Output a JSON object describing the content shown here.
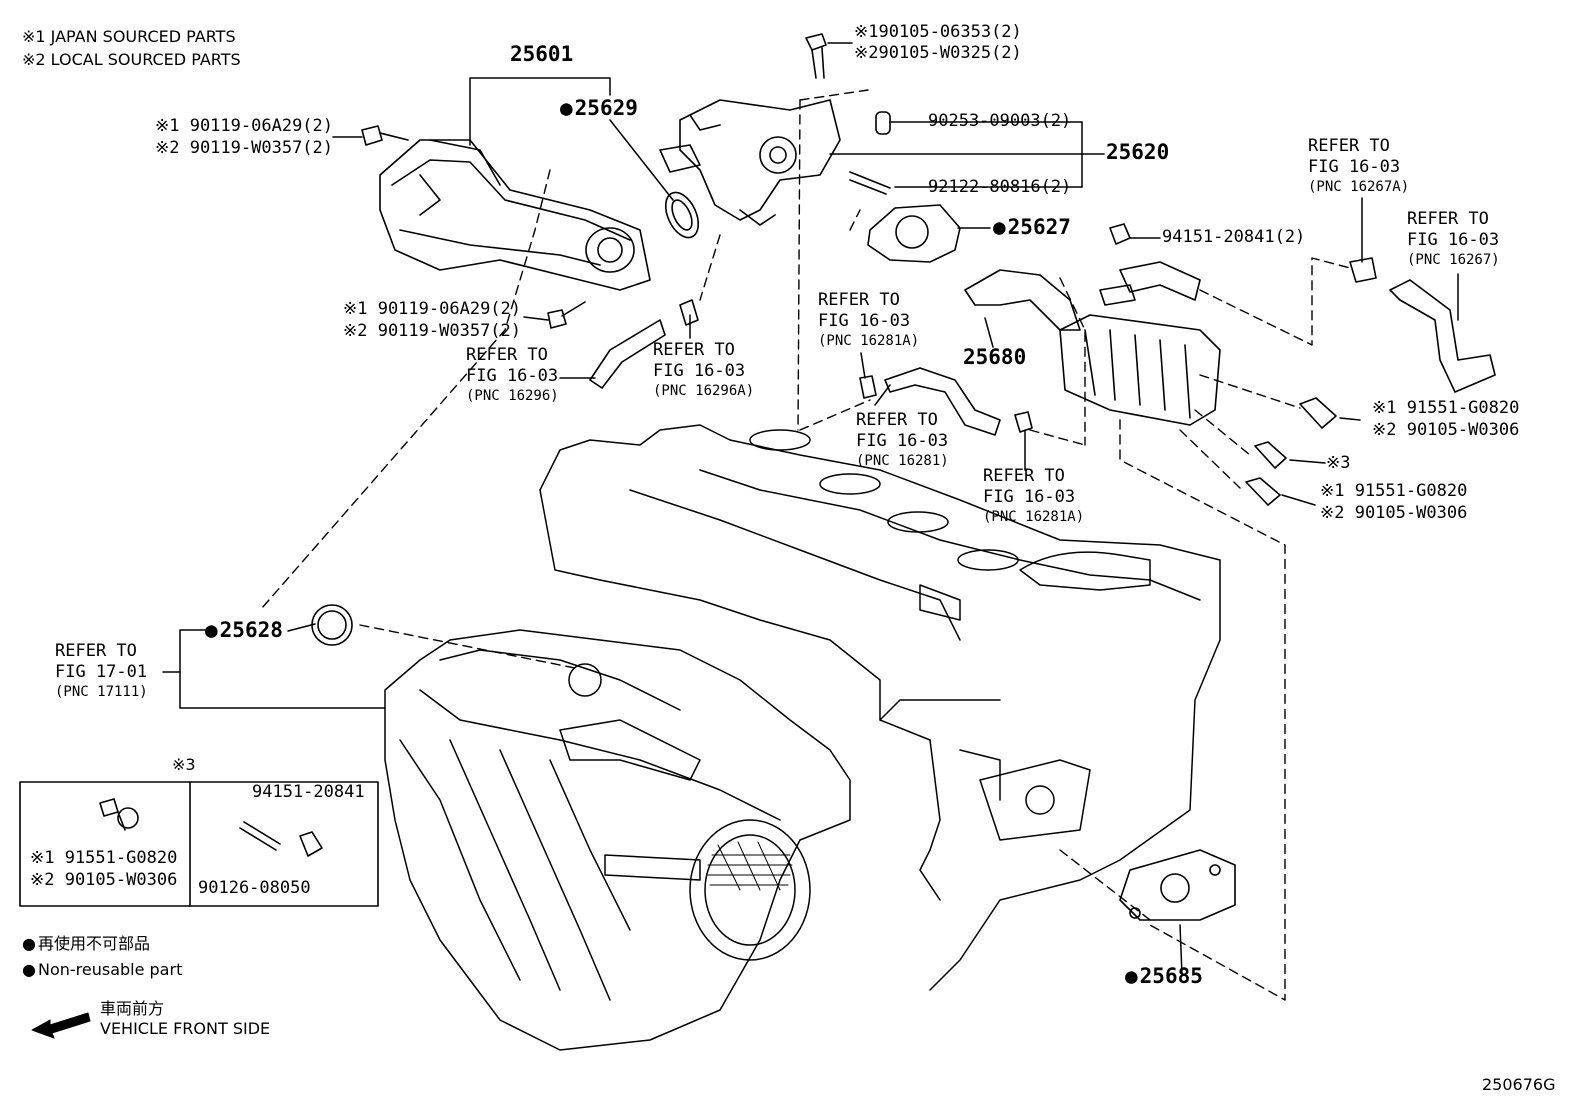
{
  "legend": {
    "japan": "※1 JAPAN SOURCED PARTS",
    "local": "※2 LOCAL SOURCED PARTS"
  },
  "parts": {
    "p25601": "25601",
    "p25629": "25629",
    "p25620": "25620",
    "p25627": "25627",
    "p25680": "25680",
    "p25628": "25628",
    "p25685": "25685",
    "bolt_90119_a1": "※1  90119-06A29(2)",
    "bolt_90119_a2": "※2  90119-W0357(2)",
    "bolt_90119_b1": "※1  90119-06A29(2)",
    "bolt_90119_b2": "※2  90119-W0357(2)",
    "bolt_90105_1": "※190105-06353(2)",
    "bolt_90105_2": "※290105-W0325(2)",
    "pin_90253": "90253-09003(2)",
    "stud_92122": "92122-80816(2)",
    "nut_94151": "94151-20841(2)",
    "bolt_91551_a1": "※1 91551-G0820",
    "bolt_91551_a2": "※2 90105-W0306",
    "bolt_x3": "※3",
    "bolt_91551_b1": "※1 91551-G0820",
    "bolt_91551_b2": "※2 90105-W0306"
  },
  "refs": {
    "r16296": {
      "l1": "REFER TO",
      "l2": "FIG 16-03",
      "l3": "(PNC 16296)"
    },
    "r16296a": {
      "l1": "REFER TO",
      "l2": "FIG 16-03",
      "l3": "(PNC 16296A)"
    },
    "r16281a_top": {
      "l1": "REFER TO",
      "l2": "FIG 16-03",
      "l3": "(PNC 16281A)"
    },
    "r16281": {
      "l1": "REFER TO",
      "l2": "FIG 16-03",
      "l3": "(PNC 16281)"
    },
    "r16281a_bot": {
      "l1": "REFER TO",
      "l2": "FIG 16-03",
      "l3": "(PNC 16281A)"
    },
    "r16267a": {
      "l1": "REFER TO",
      "l2": "FIG 16-03",
      "l3": "(PNC 16267A)"
    },
    "r16267": {
      "l1": "REFER TO",
      "l2": "FIG 16-03",
      "l3": "(PNC 16267)"
    },
    "r17111": {
      "l1": "REFER TO",
      "l2": "FIG 17-01",
      "l3": "(PNC 17111)"
    }
  },
  "box": {
    "mark": "※3",
    "nut": "94151-20841",
    "bolt1": "※1 91551-G0820",
    "bolt2": "※2 90105-W0306",
    "stud": "90126-08050"
  },
  "notes": {
    "nonreusable_jp": "再使用不可部品",
    "nonreusable_en": "Non-reusable part",
    "front_jp": "車両前方",
    "front_en": "VEHICLE FRONT SIDE"
  },
  "figure_id": "250676G"
}
